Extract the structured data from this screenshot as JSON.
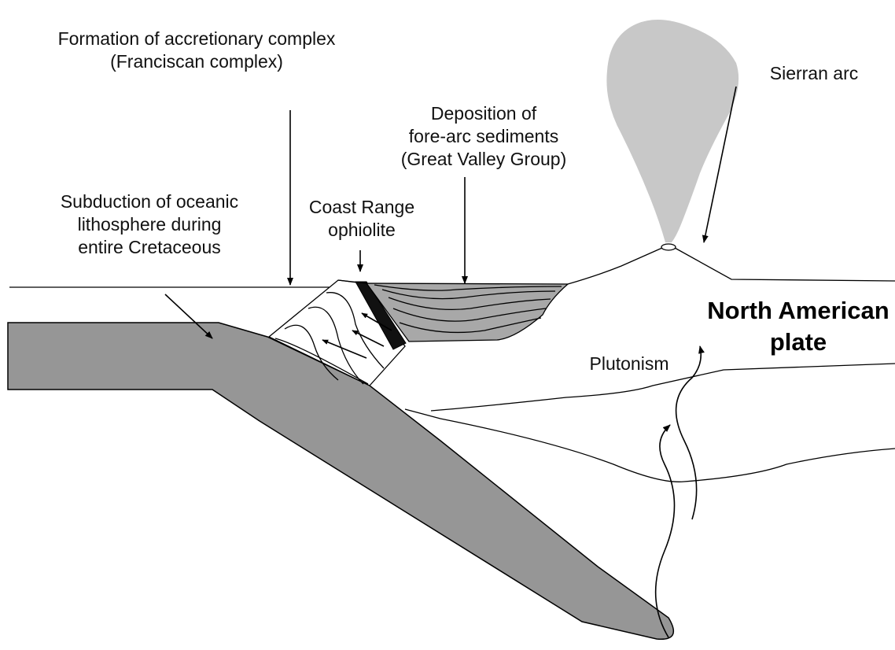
{
  "labels": {
    "accretionary_1": "Formation of accretionary complex",
    "accretionary_2": "(Franciscan complex)",
    "sierran_arc": "Sierran arc",
    "forearc_1": "Deposition of",
    "forearc_2": "fore-arc sediments",
    "forearc_3": "(Great Valley Group)",
    "subduction_1": "Subduction of oceanic",
    "subduction_2": "lithosphere during",
    "subduction_3": "entire Cretaceous",
    "ophiolite_1": "Coast Range",
    "ophiolite_2": "ophiolite",
    "north_american_1": "North American",
    "north_american_2": "plate",
    "plutonism": "Plutonism"
  },
  "colors": {
    "slab": "#969696",
    "forearc_basin": "#a8a8a8",
    "eruption_plume": "#c8c8c8",
    "ophiolite": "#111111",
    "line": "#000000"
  }
}
